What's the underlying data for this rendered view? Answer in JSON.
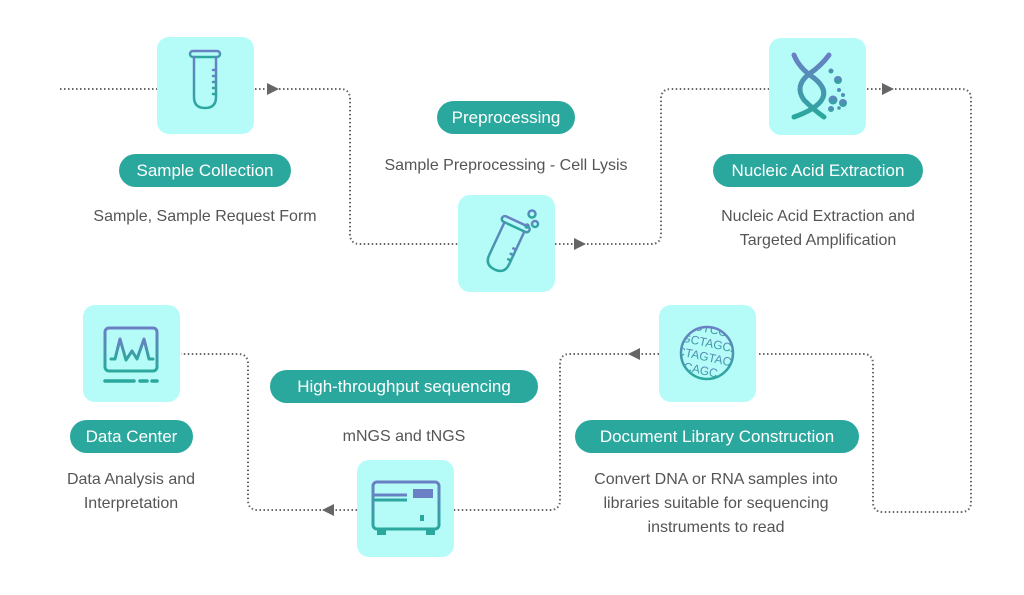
{
  "diagram": {
    "colors": {
      "accent": "#2ba89e",
      "tile_bg": "#b5fcf8",
      "icon_top": "#6a7fc4",
      "icon_bottom": "#2ba89e",
      "connector": "#666666",
      "text": "#555555"
    },
    "steps": [
      {
        "title": "Sample Collection",
        "description": [
          "Sample, Sample Request Form"
        ],
        "icon": "test-tube-icon"
      },
      {
        "title": "Preprocessing",
        "description": [
          "Sample Preprocessing - Cell Lysis"
        ],
        "icon": "tilted-test-tube-bubbles-icon"
      },
      {
        "title": "Nucleic Acid Extraction",
        "description": [
          "Nucleic Acid Extraction and",
          "Targeted Amplification"
        ],
        "icon": "dna-helix-icon"
      },
      {
        "title": "Document Library Construction",
        "description": [
          "Convert DNA or RNA samples into",
          "libraries suitable for sequencing",
          "instruments to read"
        ],
        "icon": "dna-sequence-circle-icon",
        "icon_text": [
          "CTCGC",
          "GCTAGCA",
          "CTAGTAC",
          "ACAGC"
        ]
      },
      {
        "title": "High-throughput sequencing",
        "description": [
          "mNGS and tNGS"
        ],
        "icon": "sequencer-machine-icon"
      },
      {
        "title": "Data Center",
        "description": [
          "Data Analysis and",
          "Interpretation"
        ],
        "icon": "monitor-chart-icon"
      }
    ]
  }
}
